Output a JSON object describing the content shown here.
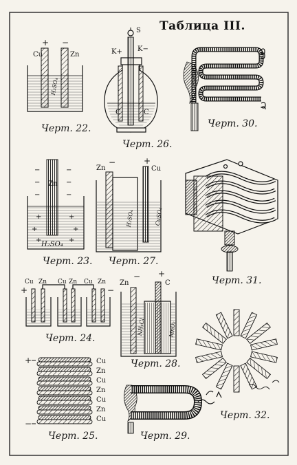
{
  "title": "Таблица III.",
  "captions": {
    "f22": "Черт. 22.",
    "f23": "Черт. 23.",
    "f24": "Черт. 24.",
    "f25": "Черт. 25.",
    "f26": "Черт. 26.",
    "f27": "Черт. 27.",
    "f28": "Черт. 28.",
    "f29": "Черт. 29.",
    "f30": "Черт. 30.",
    "f31": "Черт. 31.",
    "f32": "Черт. 32."
  },
  "labels": {
    "f22": {
      "cu": "Cu",
      "zn": "Zn",
      "plus": "+",
      "minus": "−",
      "acid": "H₂SO₄"
    },
    "f23": {
      "zn": "Zn",
      "acid": "H₂SO₄"
    },
    "f24": {
      "cu": "Cu",
      "zn": "Zn",
      "plus": "+",
      "minus": "−"
    },
    "f25": {
      "cu": "Cu",
      "zn": "Zn",
      "plus": "+",
      "minus": "−"
    },
    "f26": {
      "s": "S",
      "kplus": "K+",
      "kminus": "K−",
      "c": "C"
    },
    "f27": {
      "zn": "Zn",
      "cu": "Cu",
      "acid": "H₂SO₄",
      "salt": "CuSO₄"
    },
    "f28": {
      "zn": "Zn",
      "c": "C",
      "nh": "NH₄Cl",
      "mno": "MnO₂"
    }
  }
}
